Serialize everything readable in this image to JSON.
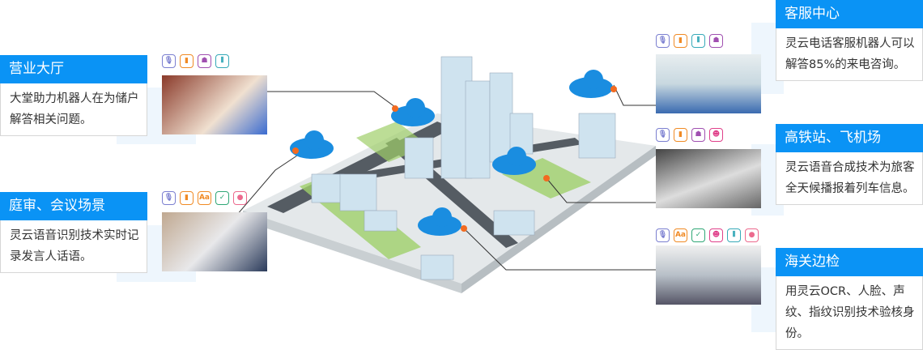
{
  "scenes": [
    {
      "title": "营业大厅",
      "desc": "大堂助力机器人在为储户解答相关问题。",
      "icons": [
        "microphone-icon",
        "document-icon",
        "chat-person-icon",
        "waveform-icon"
      ]
    },
    {
      "title": "庭审、会议场景",
      "desc": "灵云语音识别技术实时记录发言人话语。",
      "icons": [
        "microphone-icon",
        "document-icon",
        "text-recognition-icon",
        "edit-check-icon",
        "fingerprint-icon"
      ]
    },
    {
      "title": "客服中心",
      "desc": "灵云电话客服机器人可以解答85%的来电咨询。",
      "icons": [
        "microphone-icon",
        "document-icon",
        "waveform-icon",
        "chat-person-icon"
      ]
    },
    {
      "title": "高铁站、飞机场",
      "desc": "灵云语音合成技术为旅客全天候播报着列车信息。",
      "icons": [
        "microphone-icon",
        "document-icon",
        "chat-person-icon",
        "face-icon"
      ]
    },
    {
      "title": "海关边检",
      "desc": "用灵云OCR、人脸、声纹、指纹识别技术验核身份。",
      "icons": [
        "microphone-icon",
        "text-recognition-icon",
        "edit-check-icon",
        "face-icon",
        "waveform-icon",
        "fingerprint-icon"
      ]
    }
  ],
  "icon_glyphs": {
    "microphone-icon": {
      "g": "🎙",
      "c": "#7b7fd0"
    },
    "document-icon": {
      "g": "▮",
      "c": "#f08a24"
    },
    "chat-person-icon": {
      "g": "☗",
      "c": "#a04fb0"
    },
    "waveform-icon": {
      "g": "⫴",
      "c": "#36a9b8"
    },
    "text-recognition-icon": {
      "g": "Aa",
      "c": "#f08a24"
    },
    "edit-check-icon": {
      "g": "✓",
      "c": "#2fa776"
    },
    "fingerprint-icon": {
      "g": "●",
      "c": "#ec6a8e"
    },
    "face-icon": {
      "g": "☻",
      "c": "#e0408a"
    }
  },
  "colors": {
    "header": "#0a93f5",
    "connector": "#f26b21"
  }
}
